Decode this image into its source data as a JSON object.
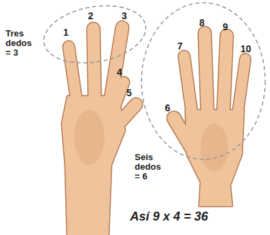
{
  "diagram": {
    "caption": "Así 9 x 4 = 36",
    "labels": [
      "Tres dedos = 3",
      "1",
      "2",
      "3",
      "4",
      "5",
      "6",
      "Seis dedos = 6",
      "7",
      "8",
      "9",
      "10"
    ]
  }
}
